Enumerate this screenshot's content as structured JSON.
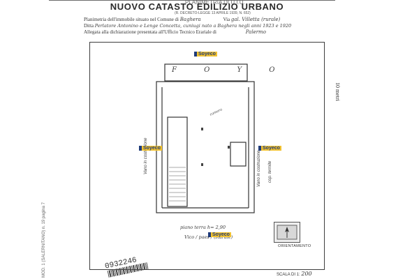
{
  "header": {
    "title": "NUOVO CATASTO EDILIZIO URBANO",
    "subtitle": "(R. DECRETO-LEGGE 13 APRILE 1939, N. 652)",
    "top_small_text": "PLANIMETRIA DI U.I.U."
  },
  "fields": {
    "planimetria_label": "Planimetria dell'immobile situato nel Comune di",
    "planimetria_value": "Baghera",
    "via_label": "Via",
    "via_value": "gal. Villetta (rurale)",
    "ditta_label": "Ditta",
    "ditta_value": "Perlatore Antonino e Lenge Concetta, cuniugi nato a Baghera negli anni 1923 e 1920",
    "allegata_label": "Allegata alla dichiarazione presentata all'Ufficio Tecnico Erariale di",
    "allegata_value": "Palermo"
  },
  "drawing": {
    "room_top_label": "F O Y O",
    "room_label_1": "camera",
    "annotation_left": "Vano in costruzione",
    "annotation_right": "Vano in costruzione",
    "annotation_right_2": "cop. termite",
    "floor_note_1": "piano terra h= 2,90",
    "floor_note_2": "Vico / paes / (Rurale)"
  },
  "ruler": {
    "label": "10 metri"
  },
  "logo_text": "Soyeco",
  "side_text": "MOD. 1 (SALERNITANO)  n. 19  pagina 7",
  "stamp_number": "0932246",
  "orientation_label": "ORIENTAMENTO",
  "scale": {
    "label": "SCALA DI 1:",
    "value": "200"
  }
}
